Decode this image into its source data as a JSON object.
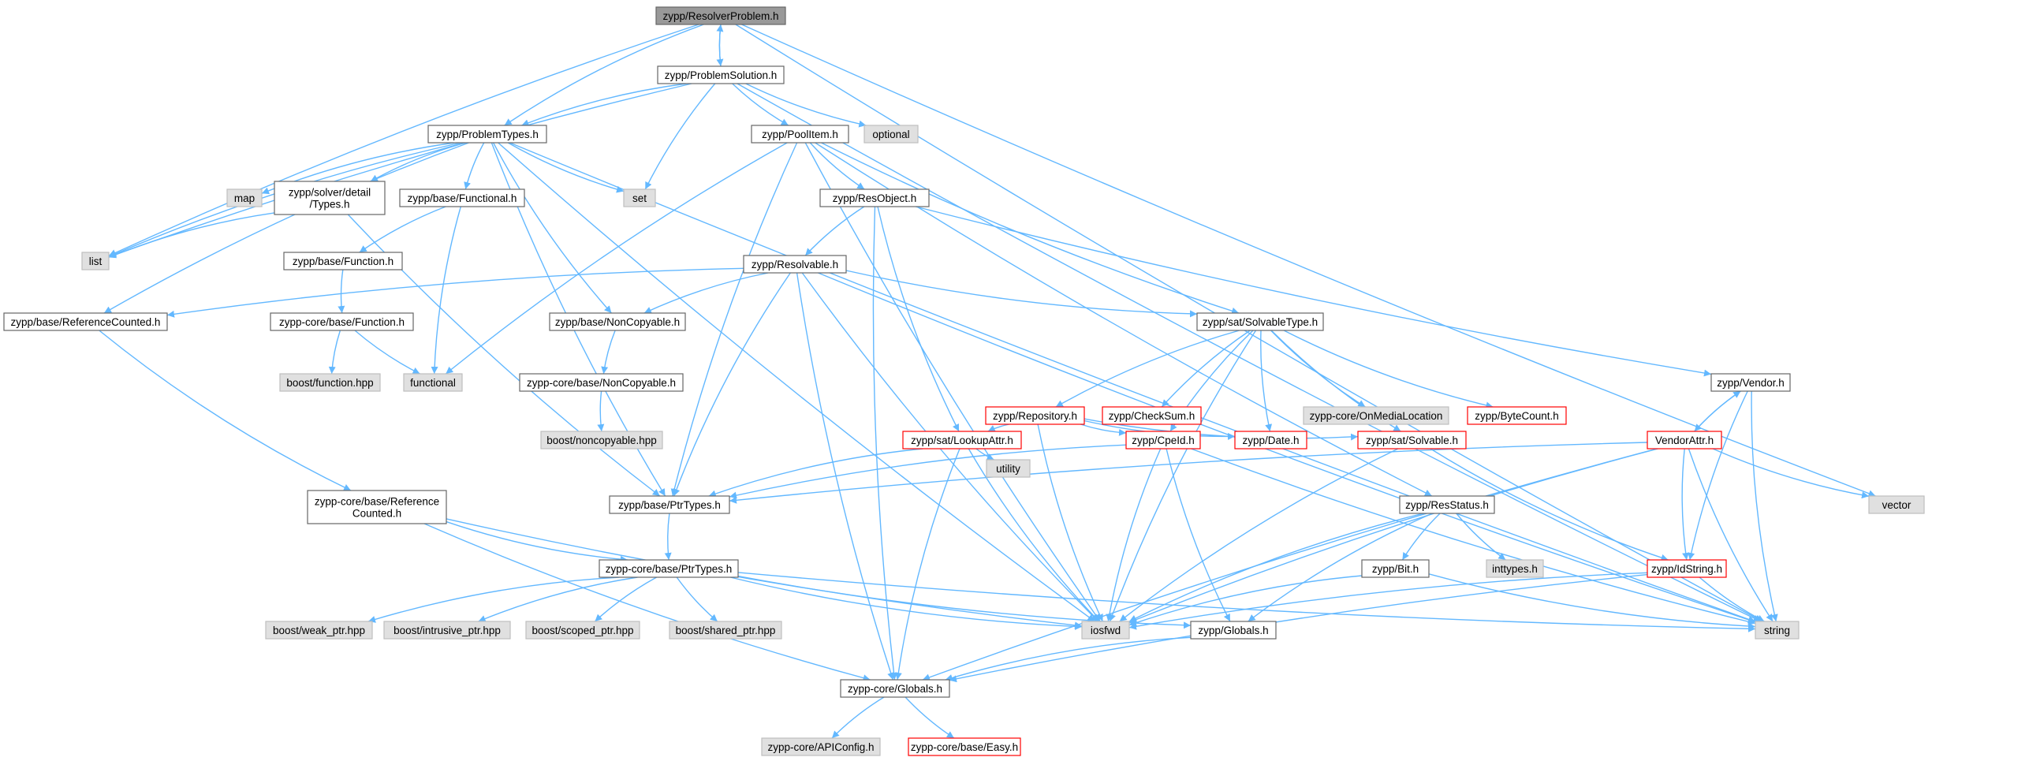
{
  "colors": {
    "edge": "#63b8ff",
    "normal_border": "#666666",
    "normal_fill": "#ffffff",
    "external_border": "#bfbfbf",
    "external_fill": "#e0e0e0",
    "truncated_border": "#ff0000",
    "truncated_fill": "#ffffff",
    "root_border": "#666666",
    "root_fill": "#999999"
  },
  "nodes": [
    {
      "id": "resolverproblem",
      "label": "zypp/ResolverProblem.h",
      "kind": "root"
    },
    {
      "id": "problemsolution",
      "label": "zypp/ProblemSolution.h",
      "kind": "normal"
    },
    {
      "id": "problemtypes",
      "label": "zypp/ProblemTypes.h",
      "kind": "normal"
    },
    {
      "id": "poolitem",
      "label": "zypp/PoolItem.h",
      "kind": "normal"
    },
    {
      "id": "optional",
      "label": "optional",
      "kind": "external"
    },
    {
      "id": "map",
      "label": "map",
      "kind": "external"
    },
    {
      "id": "solvertypes",
      "label": [
        "zypp/solver/detail",
        "/Types.h"
      ],
      "kind": "normal"
    },
    {
      "id": "functional_h",
      "label": "zypp/base/Functional.h",
      "kind": "normal"
    },
    {
      "id": "set",
      "label": "set",
      "kind": "external"
    },
    {
      "id": "resobject",
      "label": "zypp/ResObject.h",
      "kind": "normal"
    },
    {
      "id": "list",
      "label": "list",
      "kind": "external"
    },
    {
      "id": "function_h",
      "label": "zypp/base/Function.h",
      "kind": "normal"
    },
    {
      "id": "resolvable",
      "label": "zypp/Resolvable.h",
      "kind": "normal"
    },
    {
      "id": "refcounted",
      "label": "zypp/base/ReferenceCounted.h",
      "kind": "normal"
    },
    {
      "id": "corefunction",
      "label": "zypp-core/base/Function.h",
      "kind": "normal"
    },
    {
      "id": "noncopyable",
      "label": "zypp/base/NonCopyable.h",
      "kind": "normal"
    },
    {
      "id": "solvabletype",
      "label": "zypp/sat/SolvableType.h",
      "kind": "normal"
    },
    {
      "id": "boostfunction",
      "label": "boost/function.hpp",
      "kind": "external"
    },
    {
      "id": "functional",
      "label": "functional",
      "kind": "external"
    },
    {
      "id": "corenoncopyable",
      "label": "zypp-core/base/NonCopyable.h",
      "kind": "normal"
    },
    {
      "id": "repository",
      "label": "zypp/Repository.h",
      "kind": "truncated"
    },
    {
      "id": "checksum",
      "label": "zypp/CheckSum.h",
      "kind": "truncated"
    },
    {
      "id": "onmedialocation",
      "label": "zypp-core/OnMediaLocation",
      "kind": "external"
    },
    {
      "id": "bytecount",
      "label": "zypp/ByteCount.h",
      "kind": "truncated"
    },
    {
      "id": "vendor",
      "label": "zypp/Vendor.h",
      "kind": "normal"
    },
    {
      "id": "boostnoncopyable",
      "label": "boost/noncopyable.hpp",
      "kind": "external"
    },
    {
      "id": "lookupattr",
      "label": "zypp/sat/LookupAttr.h",
      "kind": "truncated"
    },
    {
      "id": "cpeid",
      "label": "zypp/CpeId.h",
      "kind": "truncated"
    },
    {
      "id": "date",
      "label": "zypp/Date.h",
      "kind": "truncated"
    },
    {
      "id": "solvable",
      "label": "zypp/sat/Solvable.h",
      "kind": "truncated"
    },
    {
      "id": "vendorattr",
      "label": "VendorAttr.h",
      "kind": "truncated"
    },
    {
      "id": "corerefcounted",
      "label": [
        "zypp-core/base/Reference",
        "Counted.h"
      ],
      "kind": "normal"
    },
    {
      "id": "ptrtypes",
      "label": "zypp/base/PtrTypes.h",
      "kind": "normal"
    },
    {
      "id": "utility",
      "label": "utility",
      "kind": "external"
    },
    {
      "id": "resstatus",
      "label": "zypp/ResStatus.h",
      "kind": "normal"
    },
    {
      "id": "vector",
      "label": "vector",
      "kind": "external"
    },
    {
      "id": "coreptrtypes",
      "label": "zypp-core/base/PtrTypes.h",
      "kind": "normal"
    },
    {
      "id": "inttypes",
      "label": "inttypes.h",
      "kind": "external"
    },
    {
      "id": "bit",
      "label": "zypp/Bit.h",
      "kind": "normal"
    },
    {
      "id": "idstring",
      "label": "zypp/IdString.h",
      "kind": "truncated"
    },
    {
      "id": "weakptr",
      "label": "boost/weak_ptr.hpp",
      "kind": "external"
    },
    {
      "id": "intrusiveptr",
      "label": "boost/intrusive_ptr.hpp",
      "kind": "external"
    },
    {
      "id": "scopedptr",
      "label": "boost/scoped_ptr.hpp",
      "kind": "external"
    },
    {
      "id": "sharedptr",
      "label": "boost/shared_ptr.hpp",
      "kind": "external"
    },
    {
      "id": "iosfwd",
      "label": "iosfwd",
      "kind": "external"
    },
    {
      "id": "globals",
      "label": "zypp/Globals.h",
      "kind": "normal"
    },
    {
      "id": "string",
      "label": "string",
      "kind": "external"
    },
    {
      "id": "coreglobals",
      "label": "zypp-core/Globals.h",
      "kind": "normal"
    },
    {
      "id": "apiconfig",
      "label": "zypp-core/APIConfig.h",
      "kind": "external"
    },
    {
      "id": "easy",
      "label": "zypp-core/base/Easy.h",
      "kind": "truncated"
    }
  ],
  "edges": [
    [
      "resolverproblem",
      "list"
    ],
    [
      "resolverproblem",
      "problemsolution"
    ],
    [
      "resolverproblem",
      "problemtypes"
    ],
    [
      "resolverproblem",
      "vector"
    ],
    [
      "resolverproblem",
      "string"
    ],
    [
      "problemsolution",
      "resolverproblem"
    ],
    [
      "problemsolution",
      "list"
    ],
    [
      "problemsolution",
      "problemtypes"
    ],
    [
      "problemsolution",
      "poolitem"
    ],
    [
      "problemsolution",
      "optional"
    ],
    [
      "problemsolution",
      "set"
    ],
    [
      "problemsolution",
      "string"
    ],
    [
      "problemtypes",
      "list"
    ],
    [
      "problemtypes",
      "map"
    ],
    [
      "problemtypes",
      "solvertypes"
    ],
    [
      "problemtypes",
      "functional_h"
    ],
    [
      "problemtypes",
      "set"
    ],
    [
      "problemtypes",
      "refcounted"
    ],
    [
      "problemtypes",
      "noncopyable"
    ],
    [
      "problemtypes",
      "ptrtypes"
    ],
    [
      "problemtypes",
      "iosfwd"
    ],
    [
      "problemtypes",
      "string"
    ],
    [
      "solvertypes",
      "list"
    ],
    [
      "solvertypes",
      "ptrtypes"
    ],
    [
      "functional_h",
      "function_h"
    ],
    [
      "functional_h",
      "functional"
    ],
    [
      "function_h",
      "corefunction"
    ],
    [
      "corefunction",
      "boostfunction"
    ],
    [
      "corefunction",
      "functional"
    ],
    [
      "poolitem",
      "functional"
    ],
    [
      "poolitem",
      "resobject"
    ],
    [
      "poolitem",
      "ptrtypes"
    ],
    [
      "poolitem",
      "solvabletype"
    ],
    [
      "poolitem",
      "resstatus"
    ],
    [
      "poolitem",
      "iosfwd"
    ],
    [
      "resobject",
      "resolvable"
    ],
    [
      "resobject",
      "lookupattr"
    ],
    [
      "resobject",
      "vendor"
    ],
    [
      "resobject",
      "coreglobals"
    ],
    [
      "resolvable",
      "refcounted"
    ],
    [
      "resolvable",
      "noncopyable"
    ],
    [
      "resolvable",
      "solvabletype"
    ],
    [
      "resolvable",
      "ptrtypes"
    ],
    [
      "resolvable",
      "iosfwd"
    ],
    [
      "resolvable",
      "string"
    ],
    [
      "resolvable",
      "coreglobals"
    ],
    [
      "refcounted",
      "corerefcounted"
    ],
    [
      "noncopyable",
      "corenoncopyable"
    ],
    [
      "corenoncopyable",
      "boostnoncopyable"
    ],
    [
      "solvabletype",
      "repository"
    ],
    [
      "solvabletype",
      "checksum"
    ],
    [
      "solvabletype",
      "onmedialocation"
    ],
    [
      "solvabletype",
      "bytecount"
    ],
    [
      "solvabletype",
      "cpeid"
    ],
    [
      "solvabletype",
      "date"
    ],
    [
      "solvabletype",
      "solvable"
    ],
    [
      "solvabletype",
      "iosfwd"
    ],
    [
      "repository",
      "lookupattr"
    ],
    [
      "repository",
      "cpeid"
    ],
    [
      "repository",
      "date"
    ],
    [
      "repository",
      "solvable"
    ],
    [
      "repository",
      "iosfwd"
    ],
    [
      "lookupattr",
      "utility"
    ],
    [
      "lookupattr",
      "ptrtypes"
    ],
    [
      "lookupattr",
      "iosfwd"
    ],
    [
      "lookupattr",
      "coreglobals"
    ],
    [
      "cpeid",
      "ptrtypes"
    ],
    [
      "cpeid",
      "iosfwd"
    ],
    [
      "cpeid",
      "globals"
    ],
    [
      "cpeid",
      "string"
    ],
    [
      "solvable",
      "iosfwd"
    ],
    [
      "solvable",
      "idstring"
    ],
    [
      "vendor",
      "string"
    ],
    [
      "vendor",
      "idstring"
    ],
    [
      "vendor",
      "vendorattr"
    ],
    [
      "vendorattr",
      "vendor"
    ],
    [
      "vendorattr",
      "vector"
    ],
    [
      "vendorattr",
      "string"
    ],
    [
      "vendorattr",
      "idstring"
    ],
    [
      "vendorattr",
      "ptrtypes"
    ],
    [
      "vendorattr",
      "iosfwd"
    ],
    [
      "vendorattr",
      "coreglobals"
    ],
    [
      "corerefcounted",
      "coreptrtypes"
    ],
    [
      "corerefcounted",
      "iosfwd"
    ],
    [
      "corerefcounted",
      "coreglobals"
    ],
    [
      "ptrtypes",
      "coreptrtypes"
    ],
    [
      "coreptrtypes",
      "weakptr"
    ],
    [
      "coreptrtypes",
      "intrusiveptr"
    ],
    [
      "coreptrtypes",
      "scopedptr"
    ],
    [
      "coreptrtypes",
      "sharedptr"
    ],
    [
      "coreptrtypes",
      "iosfwd"
    ],
    [
      "coreptrtypes",
      "globals"
    ],
    [
      "coreptrtypes",
      "string"
    ],
    [
      "resstatus",
      "inttypes"
    ],
    [
      "resstatus",
      "bit"
    ],
    [
      "resstatus",
      "iosfwd"
    ],
    [
      "resstatus",
      "globals"
    ],
    [
      "bit",
      "iosfwd"
    ],
    [
      "bit",
      "string"
    ],
    [
      "idstring",
      "iosfwd"
    ],
    [
      "idstring",
      "string"
    ],
    [
      "idstring",
      "coreglobals"
    ],
    [
      "globals",
      "coreglobals"
    ],
    [
      "coreglobals",
      "apiconfig"
    ],
    [
      "coreglobals",
      "easy"
    ]
  ]
}
